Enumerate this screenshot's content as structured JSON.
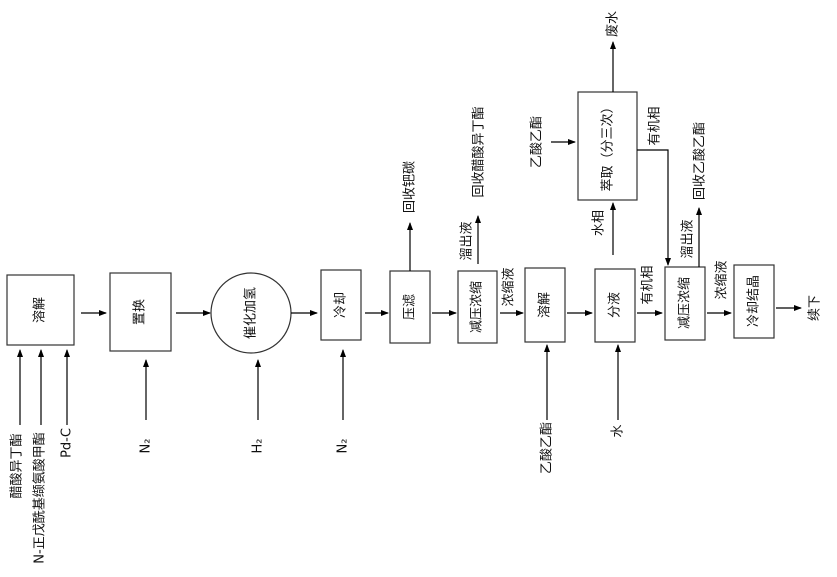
{
  "steps": {
    "dissolve1": "溶解",
    "replace": "置换",
    "hydrogenation": "催化加氢",
    "cool": "冷却",
    "filter": "压滤",
    "concentrate1": "减压浓缩",
    "dissolve2": "溶解",
    "separate": "分液",
    "extract": "萃取（分三次）",
    "concentrate2": "减压浓缩",
    "crystallize": "冷却结晶"
  },
  "inputs": {
    "isobutyl_acetate": "醋酸异丁酯",
    "valine_ester": "N-正戊酰基缬氨酸甲酯",
    "pdc": "Pd-C",
    "n2_a": "N₂",
    "h2": "H₂",
    "n2_b": "N₂",
    "ethyl_acetate_a": "乙酸乙酯",
    "water": "水",
    "ethyl_acetate_b": "乙酸乙酯"
  },
  "outputs": {
    "recover_pdc": "回收钯碳",
    "distillate1": "溜出液",
    "recover_isobutyl_acetate": "回收醋酸异丁酯",
    "concentrate_liquid1": "浓缩液",
    "water_phase": "水相",
    "waste_water": "废水",
    "organic_phase_extract": "有机相",
    "organic_phase_separate": "有机相",
    "distillate2": "溜出液",
    "recover_ethyl_acetate": "回收乙酸乙酯",
    "concentrate_liquid2": "浓缩液",
    "continued": "续下"
  }
}
